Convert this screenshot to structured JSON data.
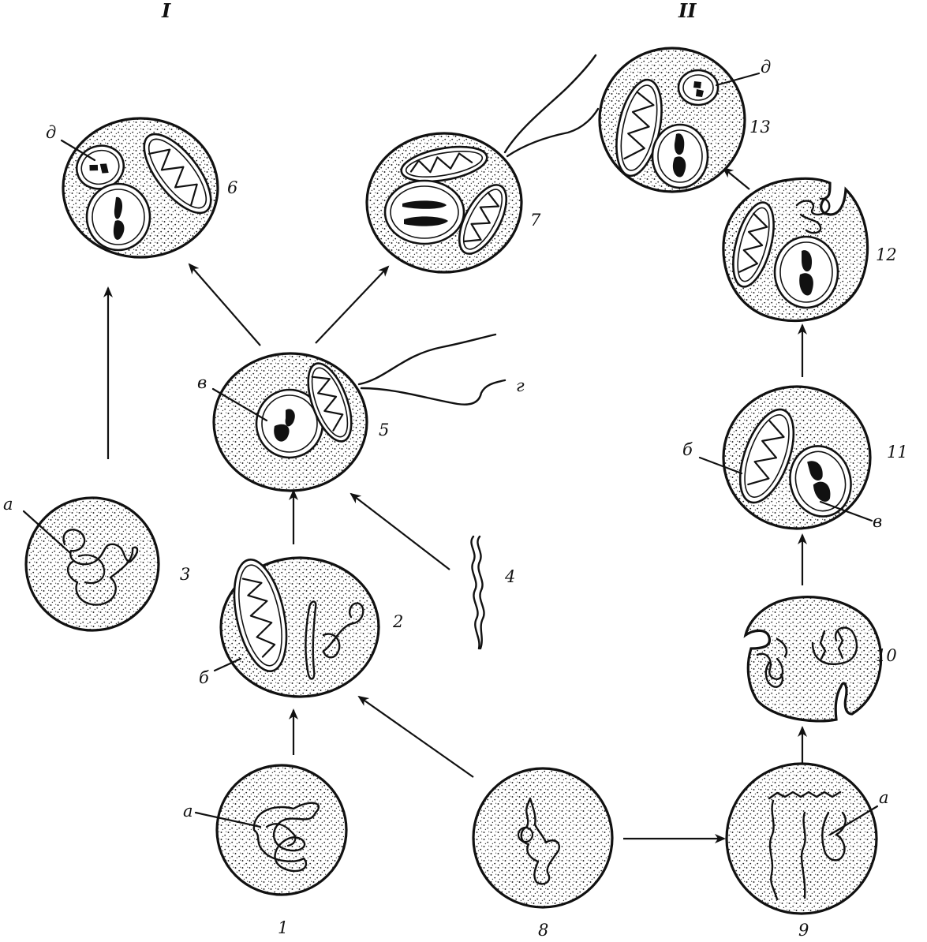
{
  "figure": {
    "groups": [
      {
        "id": "group-I",
        "label": "I"
      },
      {
        "id": "group-II",
        "label": "II"
      }
    ],
    "cells": [
      {
        "id": "cell-1",
        "number": "1"
      },
      {
        "id": "cell-2",
        "number": "2"
      },
      {
        "id": "cell-3",
        "number": "3"
      },
      {
        "id": "cell-4",
        "number": "4"
      },
      {
        "id": "cell-5",
        "number": "5"
      },
      {
        "id": "cell-6",
        "number": "6"
      },
      {
        "id": "cell-7",
        "number": "7"
      },
      {
        "id": "cell-8",
        "number": "8"
      },
      {
        "id": "cell-9",
        "number": "9"
      },
      {
        "id": "cell-10",
        "number": "10"
      },
      {
        "id": "cell-11",
        "number": "11"
      },
      {
        "id": "cell-12",
        "number": "12"
      },
      {
        "id": "cell-13",
        "number": "13"
      }
    ],
    "letters": {
      "a": "а",
      "b": "б",
      "v": "в",
      "g": "г",
      "d": "д"
    }
  }
}
